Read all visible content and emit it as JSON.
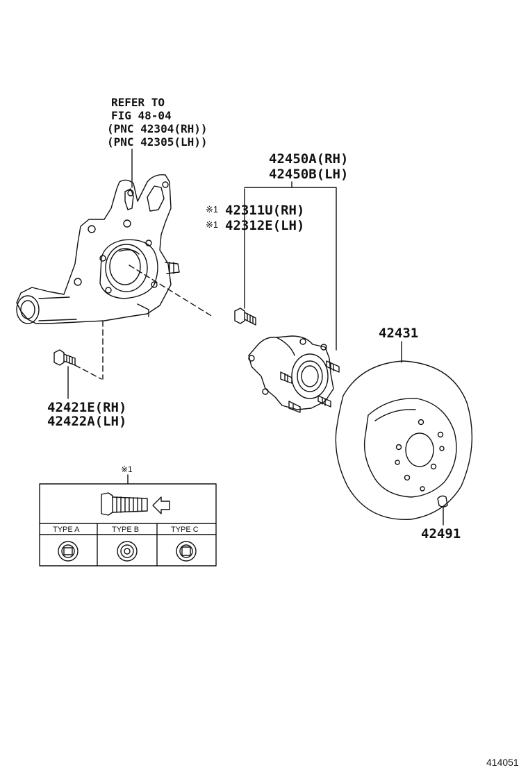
{
  "labels": {
    "refer_line1": "REFER TO",
    "refer_line2": "FIG 48-04",
    "refer_line3": "(PNC 42304(RH))",
    "refer_line4": "(PNC 42305(LH))",
    "hub_rh": "42450A(RH)",
    "hub_lh": "42450B(LH)",
    "bolt_rh": "42311U(RH)",
    "bolt_lh": "42312E(LH)",
    "bolt_mark1": "※1",
    "bolt_mark2": "※1",
    "knuckle_bolt_rh": "42421E(RH)",
    "knuckle_bolt_lh": "42422A(LH)",
    "disc": "42431",
    "plug": "42491"
  },
  "inset": {
    "marker": "※1",
    "types": [
      "TYPE A",
      "TYPE B",
      "TYPE C"
    ]
  },
  "figure_number": "414051"
}
